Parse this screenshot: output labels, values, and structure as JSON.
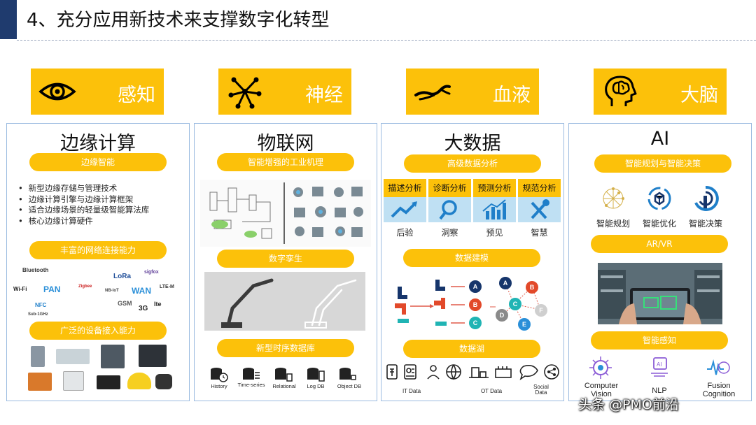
{
  "page": {
    "title": "4、充分应用新技术来支撑数字化转型"
  },
  "headers": [
    {
      "label": "感知",
      "icon": "eye-icon"
    },
    {
      "label": "神经",
      "icon": "network-node-icon"
    },
    {
      "label": "血液",
      "icon": "blood-stream-icon"
    },
    {
      "label": "大脑",
      "icon": "brain-head-icon"
    }
  ],
  "col1": {
    "title": "边缘计算",
    "pill1": "边缘智能",
    "bullets": [
      "新型边缘存储与管理技术",
      "边缘计算引擎与边缘计算框架",
      "适合边缘场景的轻量级智能算法库",
      "核心边缘计算硬件"
    ],
    "pill2": "丰富的网络连接能力",
    "logos": [
      "Bluetooth",
      "LoRa",
      "sigfox",
      "PAN",
      "WAN",
      "LTE-M",
      "Wi-Fi",
      "GSM",
      "3G",
      "lte",
      "Sub-1GHz",
      "Zigbee",
      "NB-IoT",
      "NFC"
    ],
    "pill3": "广泛的设备接入能力"
  },
  "col2": {
    "title": "物联网",
    "pill1": "智能增强的工业机理",
    "pill2": "数字孪生",
    "pill3": "新型时序数据库",
    "db_icons": [
      "History",
      "Time-series",
      "Relational",
      "Log DB",
      "Object DB"
    ]
  },
  "col3": {
    "title": "大数据",
    "pill1": "高级数据分析",
    "analytics": [
      {
        "head": "描述分析",
        "sub": "后验"
      },
      {
        "head": "诊断分析",
        "sub": "洞察"
      },
      {
        "head": "预测分析",
        "sub": "预见"
      },
      {
        "head": "规范分析",
        "sub": "智慧"
      }
    ],
    "pill2": "数据建模",
    "nodes_left": [
      "A",
      "B",
      "C"
    ],
    "nodes_right": [
      "A",
      "B",
      "C",
      "D",
      "E",
      "F"
    ],
    "pill3": "数据湖",
    "data_labels": {
      "it": "IT Data",
      "ot": "OT Data",
      "social": "Social Data"
    }
  },
  "col4": {
    "title": "AI",
    "pill1": "智能规划与智能决策",
    "ai_items": [
      "智能规划",
      "智能优化",
      "智能决策"
    ],
    "pill2": "AR/VR",
    "pill3": "智能感知",
    "perception": [
      "Computer Vision",
      "NLP",
      "Fusion Cognition"
    ]
  },
  "watermark": "头条 @PMO前沿",
  "colors": {
    "accent": "#fcc10a",
    "border": "#9bbbe0",
    "title_bar": "#1f3b6e",
    "cell_blue": "#bfe0f3",
    "icon_blue": "#1f7fc9"
  }
}
